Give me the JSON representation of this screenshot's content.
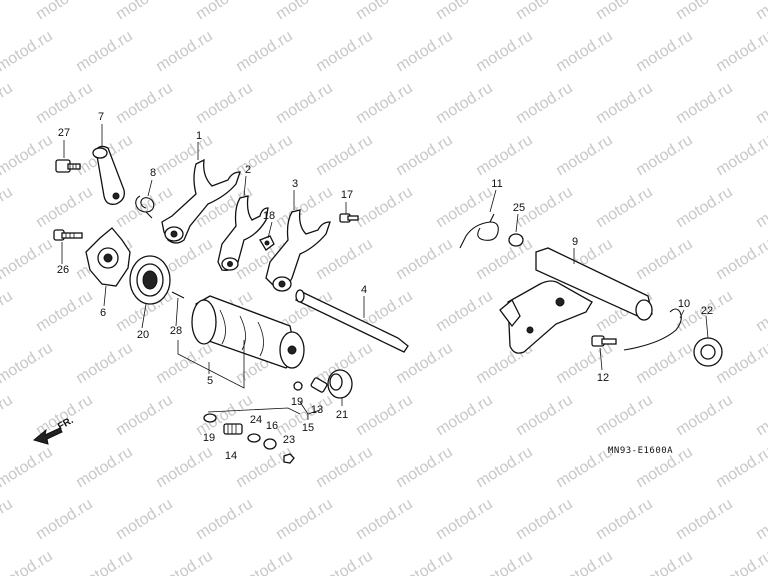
{
  "watermark": "motod.ru",
  "drawing_code": "MN93-E1600A",
  "direction_label": "FR.",
  "callouts": {
    "p1": "1",
    "p2": "2",
    "p3": "3",
    "p4": "4",
    "p5": "5",
    "p6": "6",
    "p7": "7",
    "p8": "8",
    "p9": "9",
    "p10": "10",
    "p11": "11",
    "p12": "12",
    "p13": "13",
    "p14": "14",
    "p15": "15",
    "p16": "16",
    "p17": "17",
    "p18": "18",
    "p19a": "19",
    "p19b": "19",
    "p20": "20",
    "p21": "21",
    "p22": "22",
    "p23": "23",
    "p24": "24",
    "p25": "25",
    "p26": "26",
    "p27": "27",
    "p28": "28"
  }
}
